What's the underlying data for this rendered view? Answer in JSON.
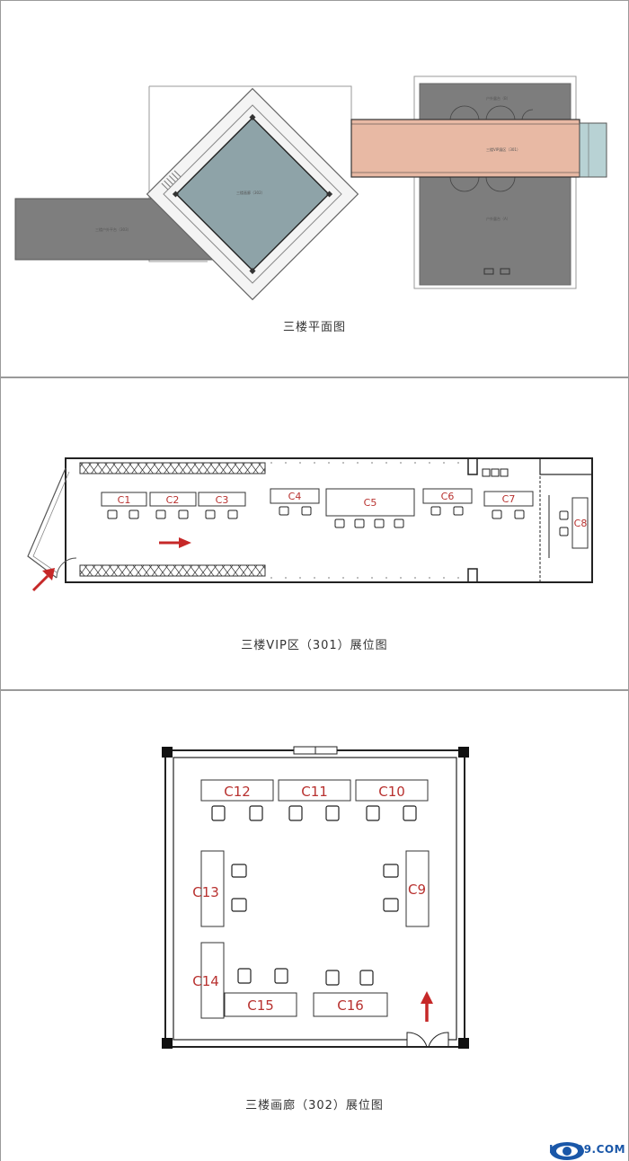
{
  "panels": {
    "floor_plan": {
      "caption": "三楼平面图",
      "labels": {
        "outdoor_left": "三楼户外平台（303）",
        "diamond_room": "三楼画廊（302）",
        "vip_corridor": "三楼VIP展区（301）",
        "terrace_top": "户外露台（B）",
        "terrace_bottom": "户外露台（A）"
      }
    },
    "vip_area": {
      "caption": "三楼VIP区（301）展位图",
      "booths": [
        "C1",
        "C2",
        "C3",
        "C4",
        "C5",
        "C6",
        "C7",
        "C8"
      ]
    },
    "gallery": {
      "caption": "三楼画廊（302）展位图",
      "booths": [
        "C12",
        "C11",
        "C10",
        "C13",
        "C9",
        "C14",
        "C15",
        "C16"
      ]
    }
  },
  "logo": {
    "text": "HD199.COM"
  },
  "colors": {
    "booth_text": "#b8312f",
    "arrow": "#c62828",
    "vip_fill": "#e8b9a4",
    "terrace_fill": "#7d7d7d",
    "gallery_fill": "#8ea3a8",
    "logo_blue": "#1a57a8"
  }
}
